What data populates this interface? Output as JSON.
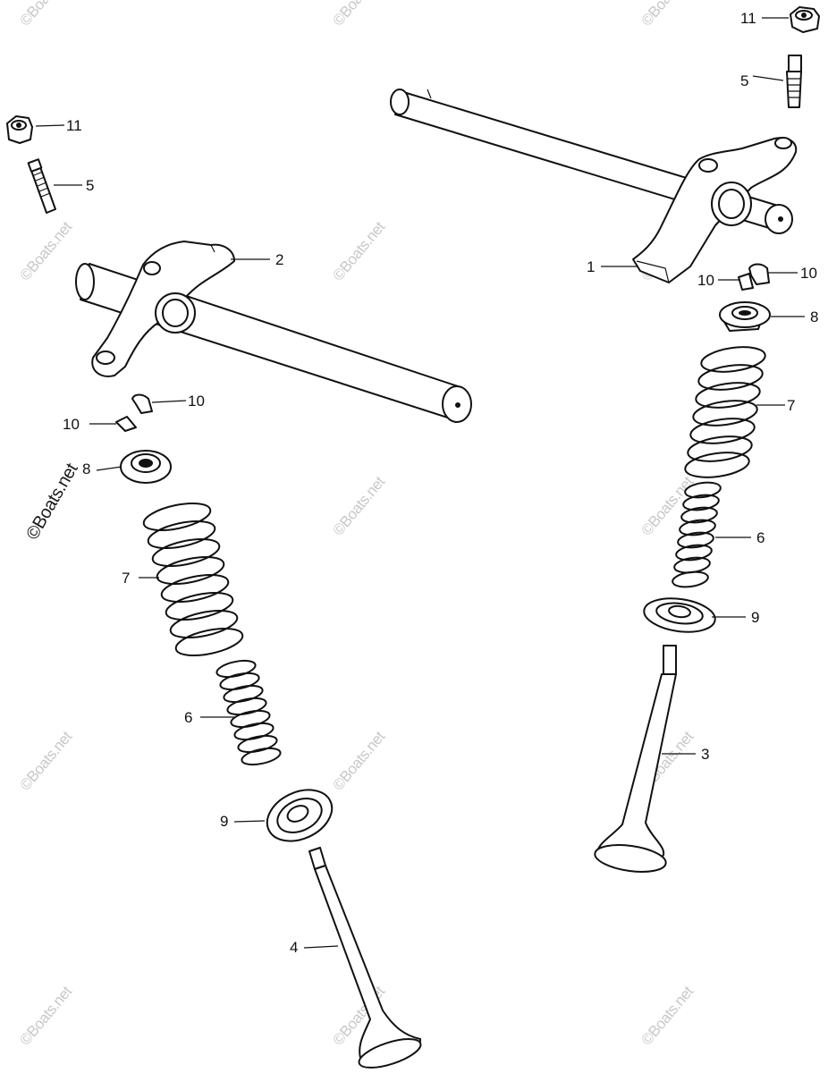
{
  "watermark": {
    "text": "©Boats.net",
    "color": "#c8c8c8"
  },
  "callouts": {
    "1": "1",
    "2": "2",
    "3": "3",
    "4": "4",
    "5": "5",
    "6": "6",
    "7": "7",
    "8": "8",
    "9": "9",
    "10": "10",
    "11": "11"
  }
}
